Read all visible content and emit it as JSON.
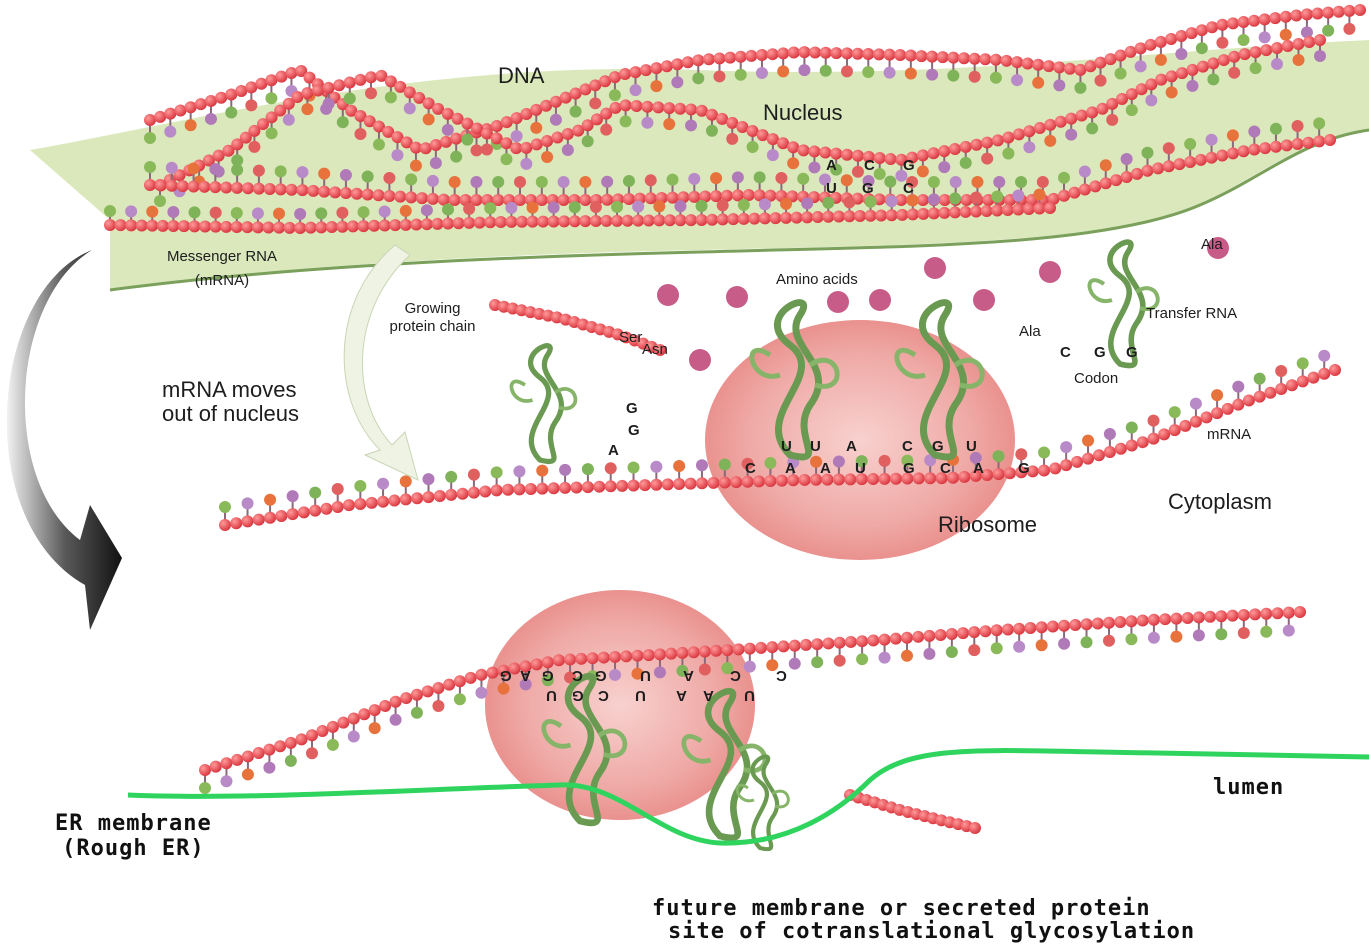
{
  "labels": {
    "dna": "DNA",
    "nucleus": "Nucleus",
    "messenger_rna": "Messenger RNA\n(mRNA)",
    "amino_acids": "Amino acids",
    "transfer_rna": "Transfer RNA",
    "growing_chain": "Growing\nprotein chain",
    "codon": "Codon",
    "mrna": "mRNA",
    "cytoplasm": "Cytoplasm",
    "ribosome": "Ribosome",
    "mrna_moves": "mRNA moves\nout of nucleus",
    "ala_top": "Ala",
    "ala_mid": "Ala",
    "ser": "Ser",
    "asn": "Asn",
    "lumen": "lumen",
    "er_membrane": "ER membrane\n(Rough ER)",
    "future_protein": "future membrane or secreted protein",
    "glycosylation": "site of cotranslational glycosylation"
  },
  "bases": {
    "dna_top": [
      "A",
      "C",
      "G"
    ],
    "dna_bottom": [
      "U",
      "G",
      "C"
    ],
    "codon_trna": [
      "C",
      "G",
      "G"
    ],
    "trna_left": [
      "G",
      "G",
      "A"
    ],
    "anticodons": [
      "U",
      "U",
      "A",
      "C",
      "G",
      "U"
    ],
    "mrna_codons": [
      "C",
      "A",
      "A",
      "U",
      "G",
      "C",
      "A",
      "G"
    ],
    "er_mrna": [
      "G",
      "A",
      "G",
      "C",
      "G",
      "U",
      "A",
      "C",
      "C"
    ],
    "er_anticodons": [
      "U",
      "G",
      "C",
      "U",
      "A",
      "A",
      "U"
    ]
  },
  "colors": {
    "membrane": "#2fd45f",
    "nucleus_fill": "#cfe0a6",
    "ribosome": "#e56666",
    "trna": "#6a9a52",
    "arrow": "#2a2a2a"
  }
}
